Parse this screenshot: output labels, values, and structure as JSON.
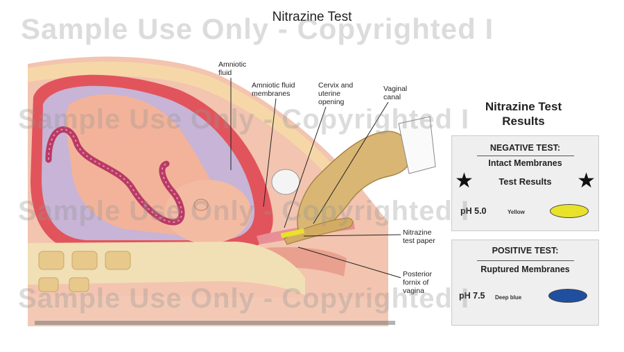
{
  "header": {
    "title": "Nitrazine Test"
  },
  "watermark": {
    "text": "Sample Use Only - Copyrighted I"
  },
  "labels": {
    "amniotic_fluid": [
      "Amniotic",
      "fluid"
    ],
    "membranes": [
      "Amniotic fluid",
      "membranes"
    ],
    "cervix": [
      "Cervix and",
      "uterine",
      "opening"
    ],
    "vaginal_canal": [
      "Vaginal",
      "canal"
    ],
    "test_paper": [
      "Nitrazine",
      "test paper"
    ],
    "posterior_fornix": [
      "Posterior",
      "fornix of",
      "vagina"
    ]
  },
  "results": {
    "title_lines": [
      "Nitrazine Test",
      "Results"
    ],
    "negative": {
      "heading": "NEGATIVE TEST:",
      "subtitle": "Intact Membranes",
      "results_label": "Test Results",
      "star": "★",
      "ph": "pH 5.0",
      "color_name": "Yellow",
      "color_hex": "#e8e22a"
    },
    "positive": {
      "heading": "POSITIVE TEST:",
      "subtitle": "Ruptured Membranes",
      "ph": "pH 7.5",
      "color_name": "Deep blue",
      "color_hex": "#1f4f9e"
    }
  },
  "colors": {
    "uterus_wall": "#e2545c",
    "amniotic_sac": "#c7b4d6",
    "skin": "#f3c4b0",
    "glove": "#d9b674",
    "spine": "#f1dfb5"
  }
}
